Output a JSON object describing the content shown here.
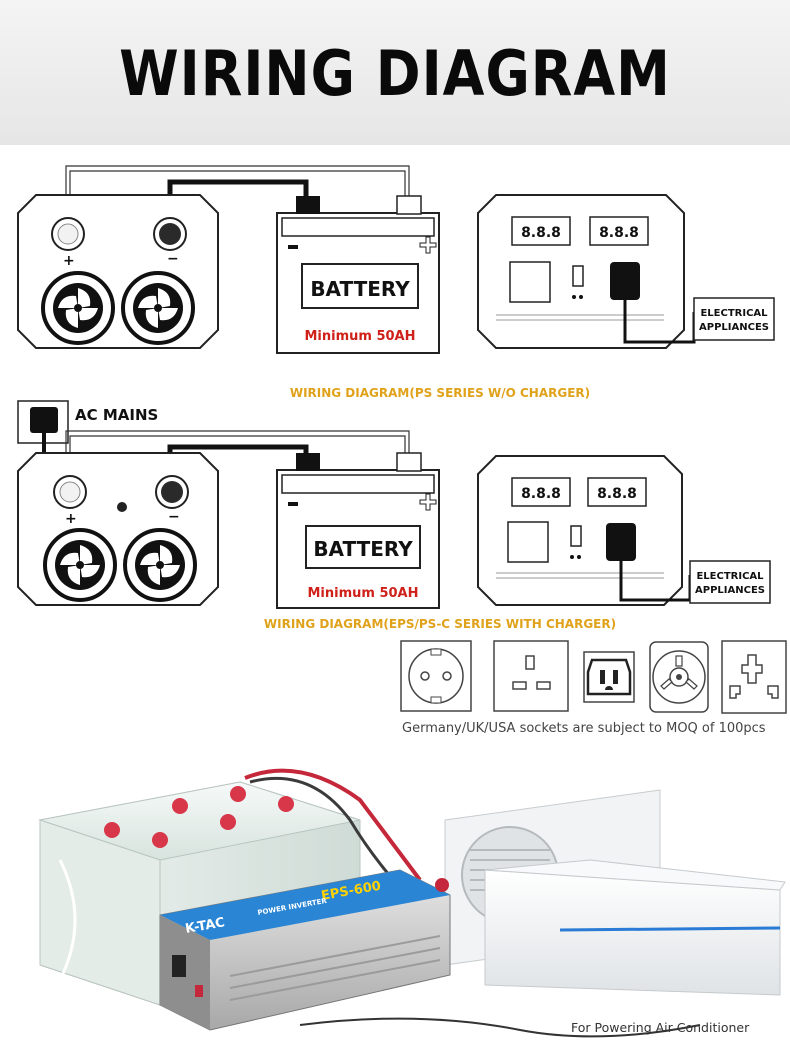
{
  "header": {
    "title": "WIRING DIAGRAM"
  },
  "diagram1": {
    "battery_label": "BATTERY",
    "battery_capacity": "Minimum 50AH",
    "appliance_label_line1": "ELECTRICAL",
    "appliance_label_line2": "APPLIANCES",
    "display_left": "8.8.8",
    "display_right": "8.8.8",
    "terminal_plus": "+",
    "terminal_minus": "−",
    "caption": "WIRING DIAGRAM(PS SERIES W/O CHARGER)"
  },
  "diagram2": {
    "ac_mains_label": "AC MAINS",
    "battery_label": "BATTERY",
    "battery_capacity": "Minimum 50AH",
    "appliance_label_line1": "ELECTRICAL",
    "appliance_label_line2": "APPLIANCES",
    "display_left": "8.8.8",
    "display_right": "8.8.8",
    "terminal_plus": "+",
    "terminal_minus": "−",
    "caption": "WIRING DIAGRAM(EPS/PS-C SERIES WITH CHARGER)"
  },
  "sockets": {
    "items": [
      "Germany socket",
      "UK socket",
      "USA socket",
      "Australia socket",
      "Universal socket"
    ],
    "note": "Germany/UK/USA sockets are subject to MOQ of 100pcs"
  },
  "photo": {
    "inverter_brand": "K-TAC",
    "inverter_model": "EPS-600",
    "inverter_subtitle": "POWER INVERTER",
    "caption": "For Powering Air Conditioner"
  },
  "colors": {
    "caption": "#e0a21a",
    "capacity": "#d0201a",
    "wire": "#111111"
  }
}
